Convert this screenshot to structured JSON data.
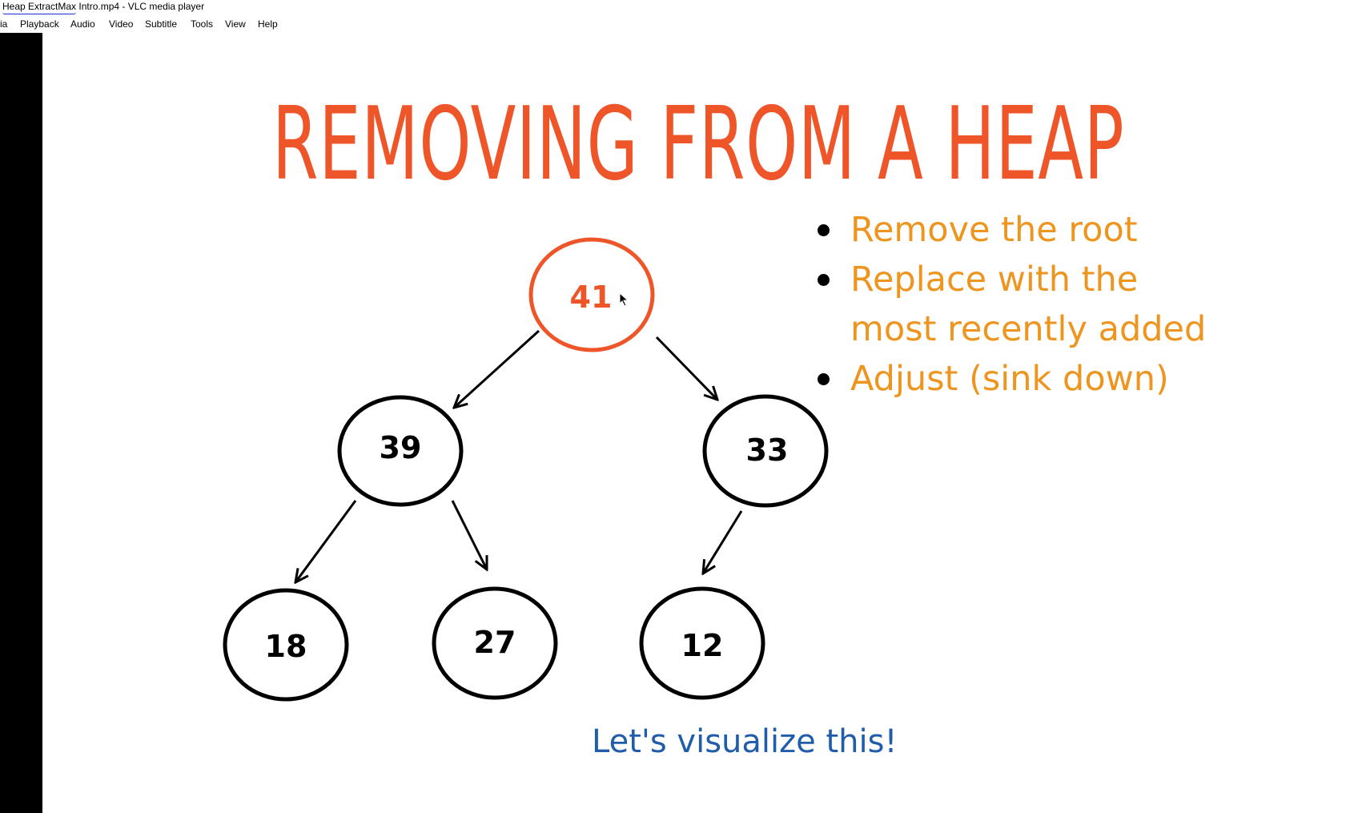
{
  "window": {
    "title": "Heap ExtractMax Intro.mp4 - VLC media player"
  },
  "menu": {
    "items": [
      "ia",
      "Playback",
      "Audio",
      "Video",
      "Subtitle",
      "Tools",
      "View",
      "Help"
    ]
  },
  "slide": {
    "title": "REMOVING FROM A HEAP",
    "bullets": [
      [
        "Remove the root"
      ],
      [
        "Replace with the",
        "most recently added"
      ],
      [
        "Adjust (sink down)"
      ]
    ],
    "footer": "Let's visualize this!",
    "tree": {
      "root": "41",
      "left": "39",
      "right": "33",
      "left_left": "18",
      "left_right": "27",
      "right_left": "12"
    }
  },
  "colors": {
    "title": "#ee5529",
    "bullet_text": "#ee951f",
    "footer_text": "#1f5dab",
    "root_node": "#ee5529",
    "node": "#000000"
  }
}
